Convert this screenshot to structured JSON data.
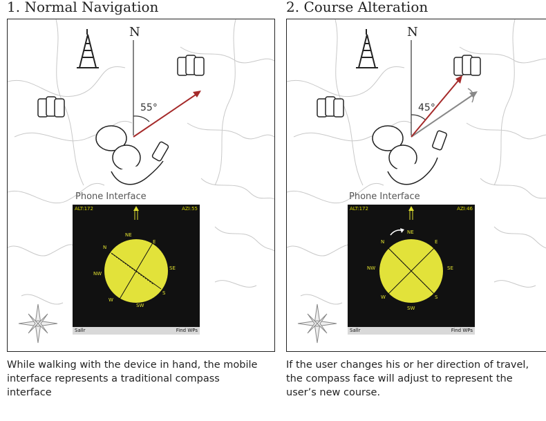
{
  "panels": [
    {
      "title": "1. Normal Navigation",
      "north_label": "N",
      "angle_label": "55°",
      "phone_label": "Phone Interface",
      "phone": {
        "alt": "ALT:172",
        "azi": "AZI:55",
        "left_soft": "Sallr",
        "right_soft": "Find WPs",
        "dirs": {
          "N": "N",
          "NE": "NE",
          "E": "E",
          "SE": "SE",
          "S": "S",
          "SW": "SW",
          "W": "W",
          "NW": "NW"
        }
      },
      "caption": "While walking with the device in hand, the mobile interface represents a traditional compass interface"
    },
    {
      "title": "2. Course Alteration",
      "north_label": "N",
      "angle_label": "45°",
      "phone_label": "Phone Interface",
      "phone": {
        "alt": "ALT:172",
        "azi": "AZI:46",
        "left_soft": "Sallr",
        "right_soft": "Find WPs",
        "dirs": {
          "N": "N",
          "NE": "NE",
          "E": "E",
          "SE": "SE",
          "S": "S",
          "SW": "SW",
          "W": "W",
          "NW": "NW"
        }
      },
      "caption": "If the user changes his or her direction of travel, the compass face will adjust to represent the user’s new course."
    }
  ],
  "colors": {
    "heading_arrow": "#a52a2a",
    "old_heading_arrow": "#888888",
    "compass_face": "#e2e23a",
    "phone_bg": "#111111",
    "terrain": "#c8c8c8"
  }
}
